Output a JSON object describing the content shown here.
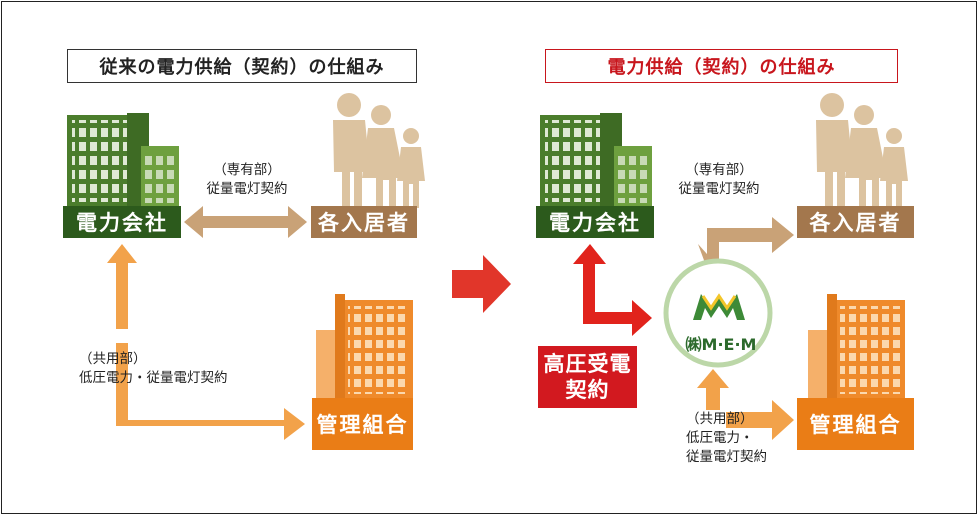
{
  "left_title": "従来の電力供給（契約）の仕組み",
  "right_title": "電力供給（契約）の仕組み",
  "left": {
    "power_company": "電力会社",
    "residents": "各入居者",
    "private_line1": "（専有部）",
    "private_line2": "従量電灯契約",
    "common_line1": "（共用部）",
    "common_line2": "低圧電力・従量電灯契約",
    "management": "管理組合"
  },
  "right": {
    "power_company": "電力会社",
    "residents": "各入居者",
    "private_line1": "（専有部）",
    "private_line2": "従量電灯契約",
    "high_voltage_line1": "高圧受電",
    "high_voltage_line2": "契約",
    "mem_label": "㈱M·E·M",
    "common_line1": "（共用部）",
    "common_line2": "低圧電力・",
    "common_line3": "従量電灯契約",
    "management": "管理組合"
  },
  "colors": {
    "green_dark": "#2c5a1c",
    "brown": "#a3774d",
    "orange": "#ea7d16",
    "red": "#d2191f",
    "arrow_tan": "#c9a277",
    "arrow_orange": "#f2a24a"
  },
  "icons": [
    "building-icon",
    "family-icon",
    "orange-building-icon",
    "mem-logo-icon",
    "right-arrow-icon"
  ]
}
